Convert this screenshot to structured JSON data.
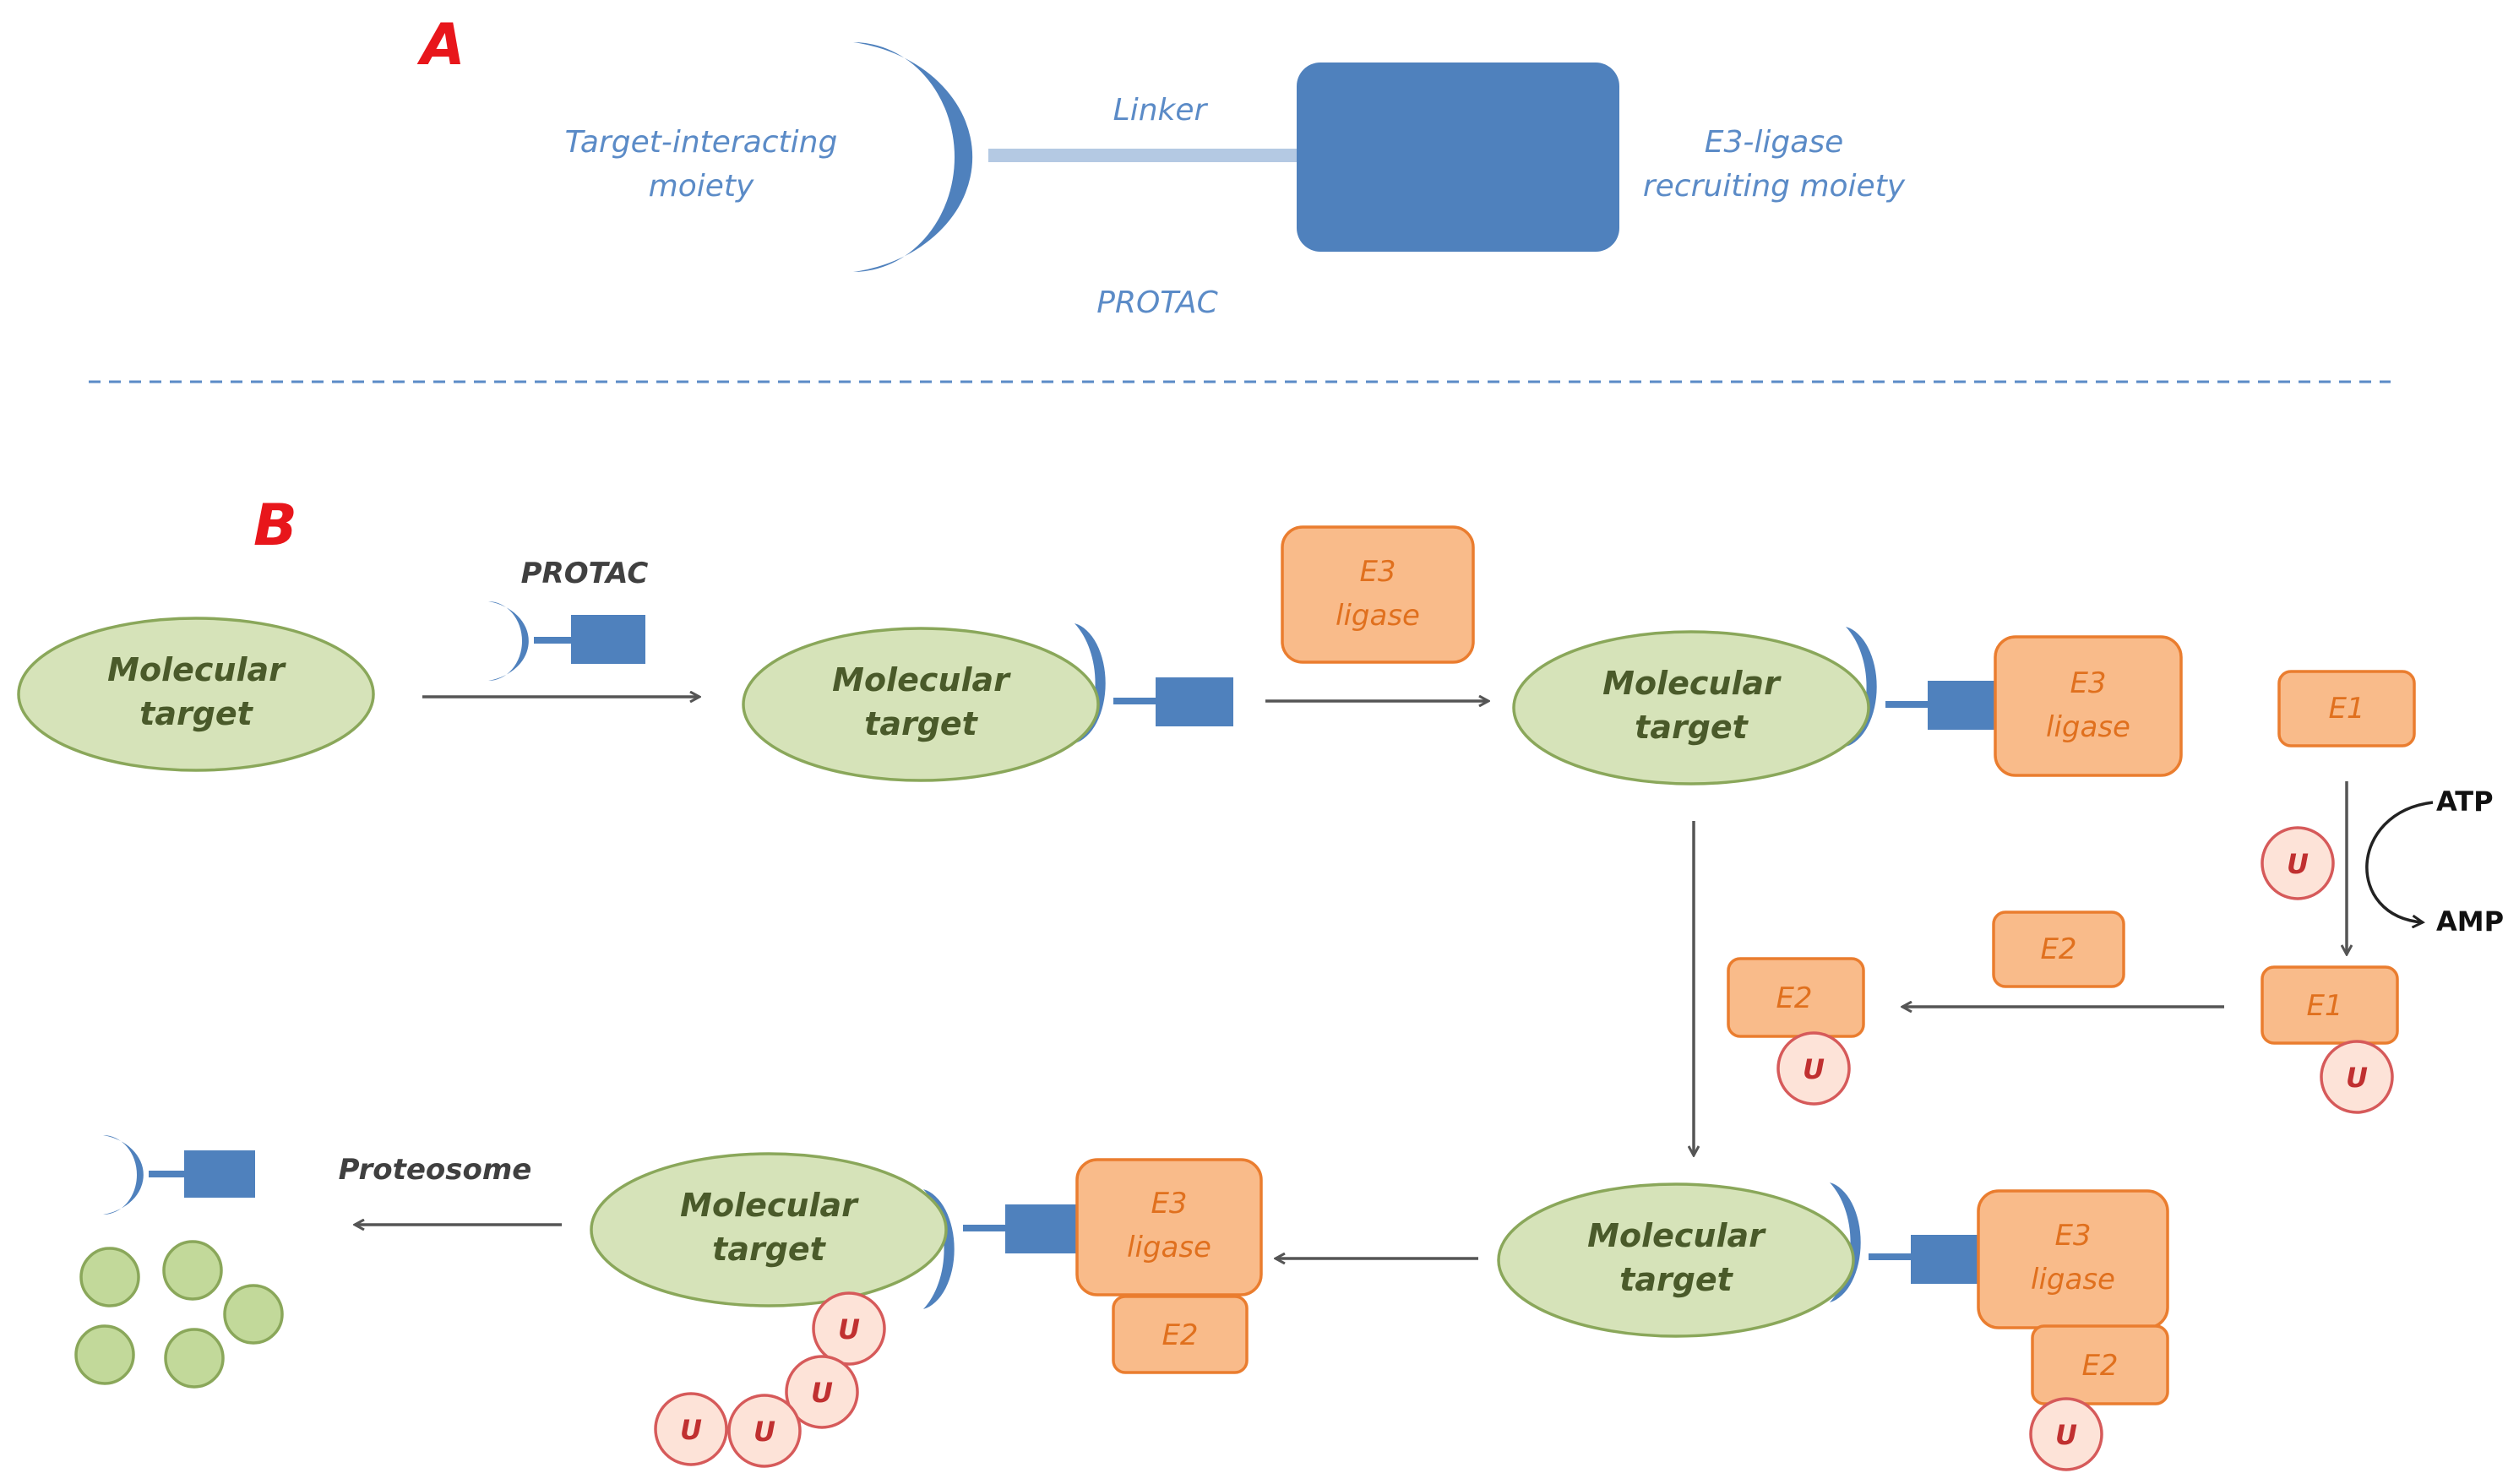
{
  "panel_a": {
    "label": "A",
    "target_label_1": "Target-interacting",
    "target_label_2": "moiety",
    "linker_label": "Linker",
    "e3_label_1": "E3-ligase",
    "e3_label_2": "recruiting moiety",
    "protac_label": "PROTAC"
  },
  "panel_b": {
    "label": "B",
    "protac_label": "PROTAC",
    "molecular_1": "Molecular",
    "molecular_2": "target",
    "e3_1": "E3",
    "e3_2": "ligase",
    "e1": "E1",
    "e2": "E2",
    "ubiquitin": "U",
    "atp": "ATP",
    "amp": "AMP",
    "proteasome_label": "Proteosome"
  },
  "colors": {
    "protac_blue": "#4f81bd",
    "target_green": "#d6e3b9",
    "enzyme_orange": "#f9bb8a",
    "ubiquitin_pink": "#fde3d8",
    "section_red": "#e8161b"
  }
}
